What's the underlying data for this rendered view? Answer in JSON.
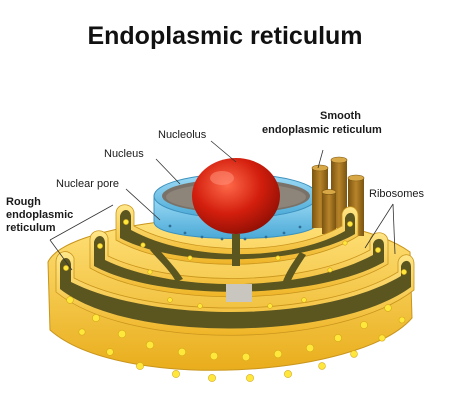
{
  "title": "Endoplasmic reticulum",
  "labels": {
    "nucleolus": "Nucleolus",
    "nucleus": "Nucleus",
    "nuclear_pore": "Nuclear pore",
    "rough_er_line1": "Rough",
    "rough_er_line2": "endoplasmic",
    "rough_er_line3": "reticulum",
    "smooth_er_line1": "Smooth",
    "smooth_er_line2": "endoplasmic reticulum",
    "ribosomes": "Ribosomes"
  },
  "colors": {
    "er_yellow": "#f2c233",
    "er_light": "#ffe37a",
    "lumen": "#5b5620",
    "nucleolus": "#d21f0f",
    "nuclear_envelope": "#6ec6ee",
    "smooth_er": "#a0731c"
  }
}
